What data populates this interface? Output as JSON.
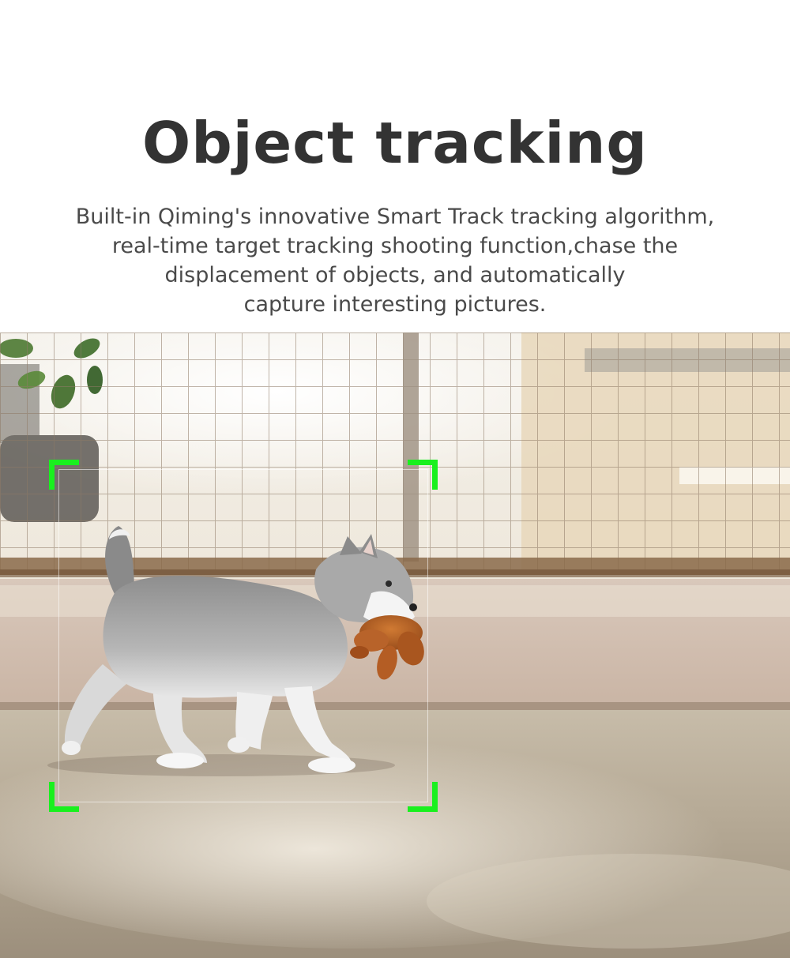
{
  "heading": {
    "title": "Object tracking",
    "description_lines": [
      "Built-in Qiming's innovative Smart Track tracking algorithm,",
      "real-time target tracking shooting function,chase the",
      "displacement of objects, and automatically",
      "capture interesting pictures."
    ]
  },
  "tracking_box": {
    "color": "#19f01e"
  },
  "colors": {
    "title_text": "#333333",
    "body_text": "#4a4a4a",
    "background": "#ffffff"
  }
}
